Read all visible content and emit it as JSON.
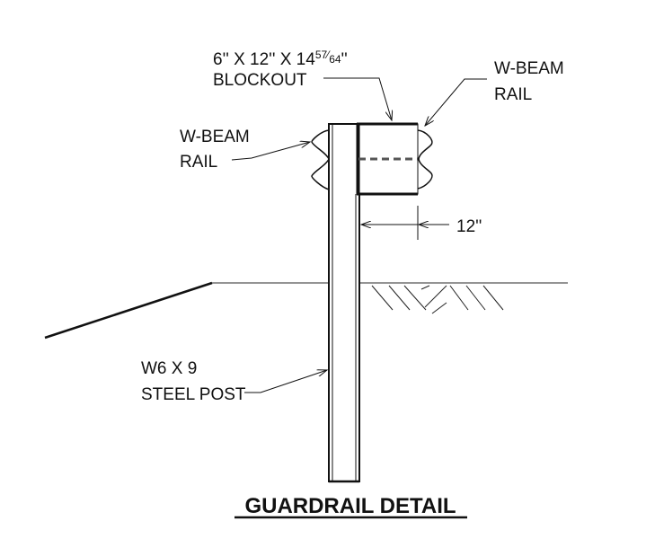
{
  "title": "GUARDRAIL DETAIL",
  "labels": {
    "blockout_dims_main": "6'' X 12'' X 14",
    "blockout_dims_frac_num": "57",
    "blockout_dims_frac_den": "64",
    "blockout_dims_end": "''",
    "blockout_name": "BLOCKOUT",
    "rail_right_line1": "W-BEAM",
    "rail_right_line2": "RAIL",
    "rail_left_line1": "W-BEAM",
    "rail_left_line2": "RAIL",
    "post_line1": "W6 X 9",
    "post_line2": "STEEL POST",
    "dimension": "12''"
  }
}
